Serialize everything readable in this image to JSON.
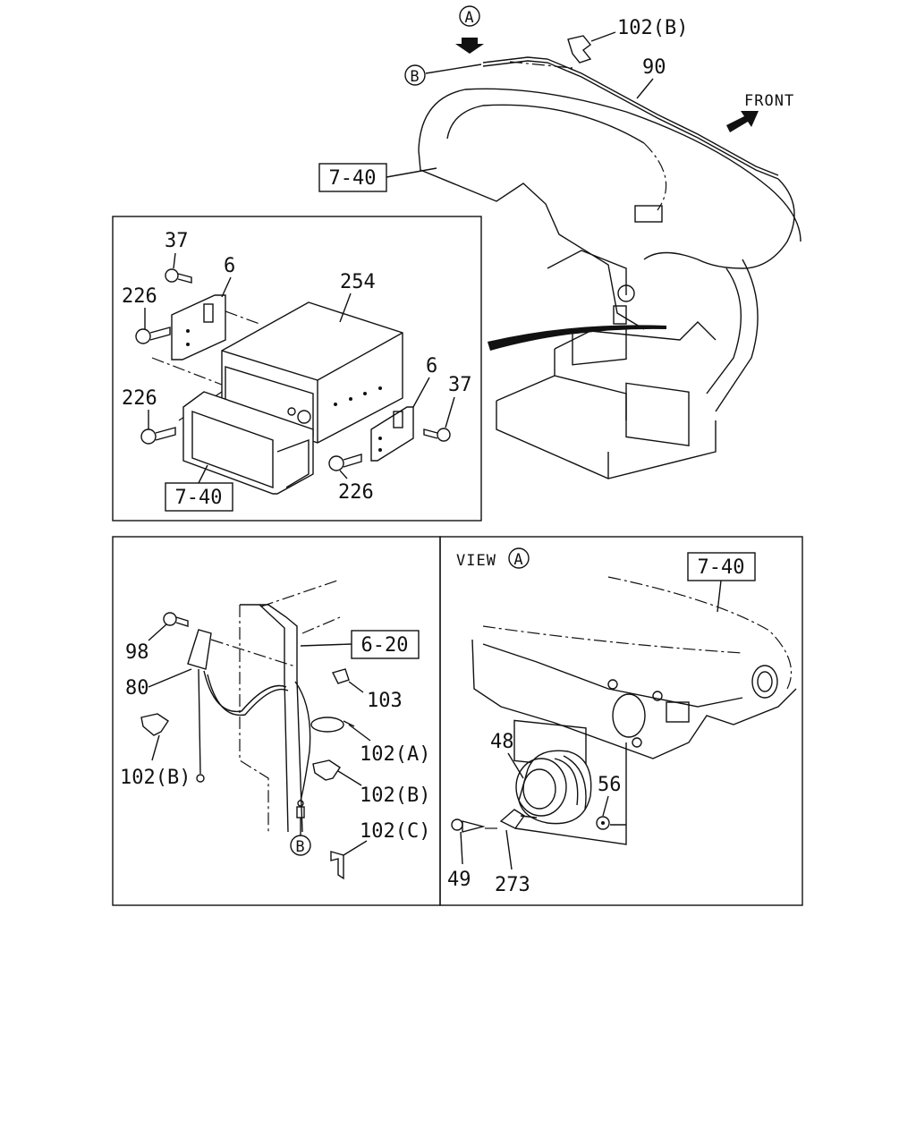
{
  "labels": {
    "circle_a": "A",
    "circle_b_top": "B",
    "part_102b_top": "102(B)",
    "part_90": "90",
    "front": "FRONT",
    "ref_740_top": "7-40",
    "part_37_a": "37",
    "part_6_a": "6",
    "part_254": "254",
    "part_226_a": "226",
    "part_226_b": "226",
    "part_6_b": "6",
    "part_37_b": "37",
    "part_226_c": "226",
    "ref_740_box": "7-40",
    "part_98": "98",
    "part_80": "80",
    "ref_620": "6-20",
    "part_103": "103",
    "part_102a": "102(A)",
    "part_102b_left": "102(B)",
    "part_102b_mid": "102(B)",
    "part_102c": "102(C)",
    "circle_b_bottom": "B",
    "view_text": "VIEW",
    "view_circle": "A",
    "ref_740_view": "7-40",
    "part_48": "48",
    "part_56": "56",
    "part_49": "49",
    "part_273": "273"
  }
}
